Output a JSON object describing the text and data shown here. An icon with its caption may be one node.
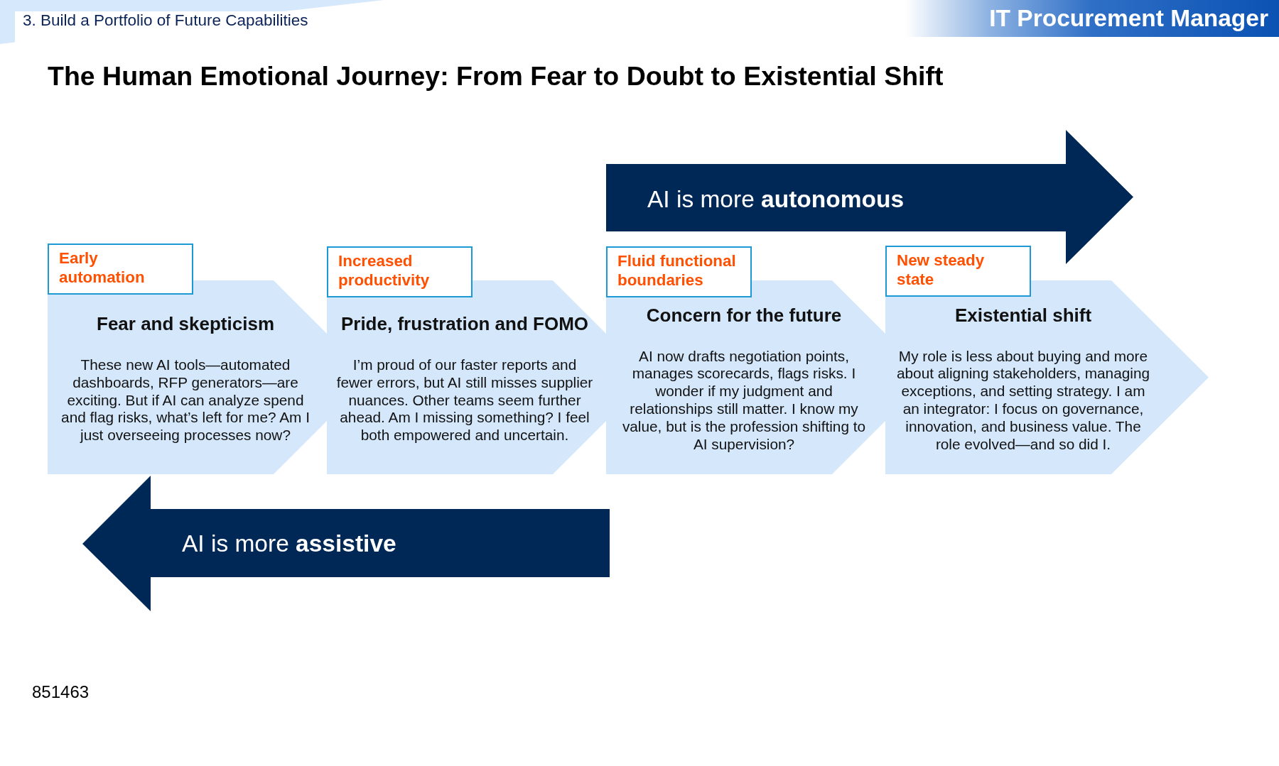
{
  "diagram": {
    "title": "The Human Emotional Journey: From Fear to Doubt to Existential Shift",
    "nodes": [
      {
        "text": [
          "AI is more **autonomous**"
        ]
      },
      {
        "text": [
          "Early automation"
        ]
      },
      {
        "text": [
          "Fear and skepticism",
          "These new AI tools—automated dashboards, RFP generators—are exciting. But if AI can analyze spend and flag risks, what’s left for me? Am I just overseeing processes now?"
        ]
      },
      {
        "text": [
          "Increased productivity"
        ]
      },
      {
        "text": [
          "Pride, frustration and FOMO",
          "I’m proud of our faster reports and fewer errors, but AI still misses supplier nuances. Other teams seem further ahead. Am I missing something? I feel both empowered and uncertain."
        ]
      },
      {
        "text": [
          "Fluid functional boundaries"
        ]
      },
      {
        "text": [
          "Concern for the future",
          "AI now drafts negotiation points, manages scorecards, flags risks. I wonder if my judgment and relationships still matter. I know my value, but is the profession shifting to AI supervision?"
        ]
      },
      {
        "text": [
          "New steady state"
        ]
      },
      {
        "text": [
          "Existential shift",
          "My role is less about buying and more about aligning stakeholders, managing exceptions, and setting strategy. I am an integrator: I focus on governance, innovation, and business value. The role evolved—and so did I."
        ]
      },
      {
        "text": [
          "AI is more **assistive**"
        ]
      }
    ],
    "labels": [
      "3. Build a Portfolio of Future Capabilities",
      "IT Procurement Manager",
      "851463"
    ]
  }
}
